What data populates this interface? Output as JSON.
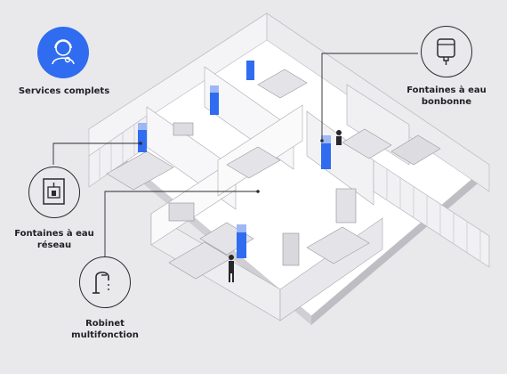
{
  "labels": {
    "services": "Services complets",
    "bonbonne_line1": "Fontaines à eau",
    "bonbonne_line2": "bonbonne",
    "reseau_line1": "Fontaines à eau",
    "reseau_line2": "réseau",
    "robinet_line1": "Robinet",
    "robinet_line2": "multifonction"
  },
  "icons": {
    "services": "support-agent-icon",
    "bonbonne": "water-jug-dispenser-icon",
    "reseau": "plumbed-water-fountain-icon",
    "robinet": "multifunction-tap-icon"
  },
  "colors": {
    "background": "#e9e9ec",
    "accent": "#2f6cf0",
    "dispenser_blue": "#2f6cf0",
    "outline": "#2a2a30"
  }
}
